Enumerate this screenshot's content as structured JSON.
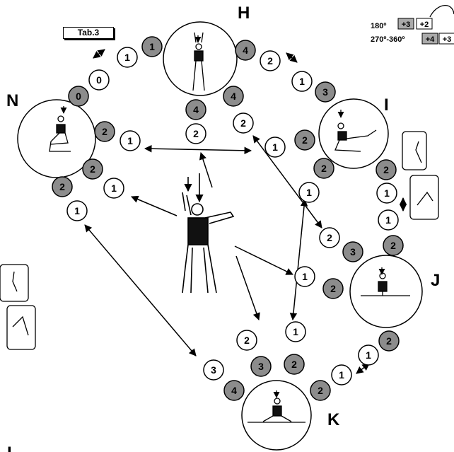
{
  "tab_label": "Tab.3",
  "elements": [
    {
      "letter": "H"
    },
    {
      "letter": "I"
    },
    {
      "letter": "J"
    },
    {
      "letter": "K"
    },
    {
      "letter": "N"
    },
    {
      "letter": "L"
    }
  ],
  "score_table": [
    {
      "angle": "180º",
      "values": [
        "+3",
        "+2"
      ]
    },
    {
      "angle": "270º-360º",
      "values": [
        "+4",
        "+3"
      ]
    }
  ],
  "nodes": {
    "N": {
      "white": [
        "0",
        "1",
        "1",
        "1"
      ],
      "grey": [
        "1",
        "0",
        "2",
        "2",
        "2"
      ]
    },
    "H": {
      "white": [
        "2",
        "1",
        "2"
      ],
      "grey": [
        "4",
        "4",
        "4"
      ]
    },
    "I": {
      "white": [
        "1",
        "1",
        "1",
        "1",
        "2"
      ],
      "grey": [
        "3",
        "2",
        "2",
        "2",
        "3",
        "2"
      ]
    },
    "J": {
      "white": [
        "1",
        "1"
      ],
      "grey": [
        "2",
        "2"
      ]
    },
    "K": {
      "white": [
        "2",
        "1",
        "3",
        "1"
      ],
      "grey": [
        "3",
        "2",
        "4",
        "2"
      ]
    }
  }
}
